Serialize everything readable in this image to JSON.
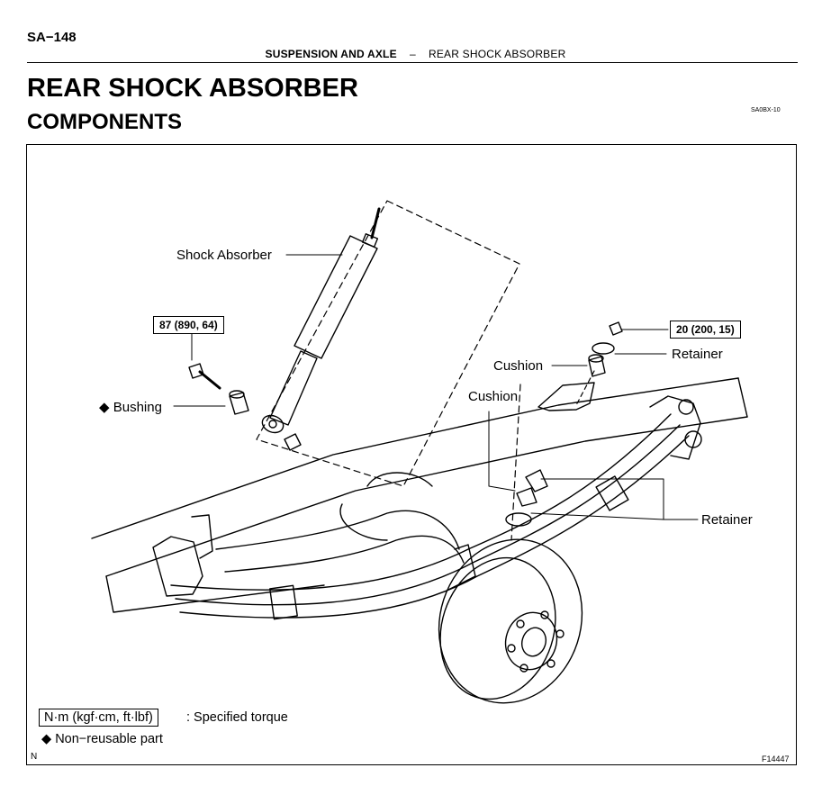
{
  "header": {
    "page_number": "SA−148",
    "section": "SUSPENSION AND AXLE",
    "separator": "–",
    "subsection": "REAR SHOCK ABSORBER"
  },
  "title": "REAR SHOCK ABSORBER",
  "subtitle": "COMPONENTS",
  "doc_code": "SA0BX-10",
  "figure": {
    "labels": {
      "shock_absorber": "Shock Absorber",
      "bushing": "Bushing",
      "cushion_upper": "Cushion",
      "cushion_lower": "Cushion",
      "retainer_upper": "Retainer",
      "retainer_lower": "Retainer"
    },
    "non_reusable_mark": "◆",
    "torques": {
      "lower_bolt": "87 (890, 64)",
      "upper_nut": "20 (200, 15)"
    },
    "legend": {
      "unit_box": "N·m (kgf·cm, ft·lbf)",
      "unit_desc": ": Specified torque",
      "non_reusable_symbol": "◆",
      "non_reusable_desc": "Non−reusable part"
    },
    "corner_mark": "N",
    "figure_number": "F14447"
  }
}
